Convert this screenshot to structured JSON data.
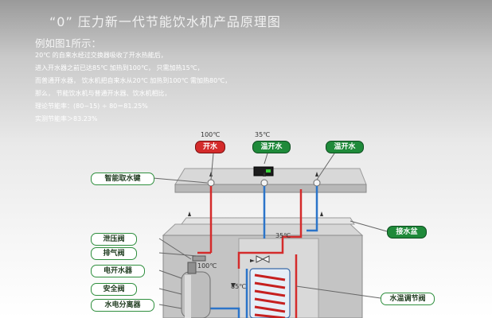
{
  "title": "“0” 压力新一代节能饮水机产品原理图",
  "subtitle": "例如图1所示：",
  "description": [
    "20℃ 的自来水经过交换器吸收了开水热能后，",
    "进入开水器之前已达85℃ 加热到100℃， 只需加热15℃，",
    "而普通开水器， 饮水机把自来水从20℃ 加热到100℃ 需加热80℃，",
    "那么， 节能饮水机与普通开水器、饮水机相比，",
    "理论节能率：(80−15) ÷ 80＝81.25%",
    "实测节能率＞83.23%"
  ],
  "outlets": {
    "boiling": {
      "label": "开水",
      "temp": "100℃"
    },
    "warm": {
      "label": "温开水",
      "temp": "35℃"
    },
    "warm2": {
      "label": "温开水"
    }
  },
  "callouts": {
    "smart_key": "智能取水键",
    "drip_tray": "接水盆",
    "pressure_valve": "泄压阀",
    "exhaust_valve": "排气阀",
    "electric_boiler": "电开水器",
    "safety_valve": "安全阀",
    "separator": "水电分离器",
    "temp_valve": "水温调节阀"
  },
  "temps": {
    "internal_100": "100℃",
    "internal_85": "85℃",
    "internal_35": "35℃"
  },
  "colors": {
    "hot": "#d42b2b",
    "cold": "#2b74c9",
    "label_border": "#2f8f3e"
  }
}
